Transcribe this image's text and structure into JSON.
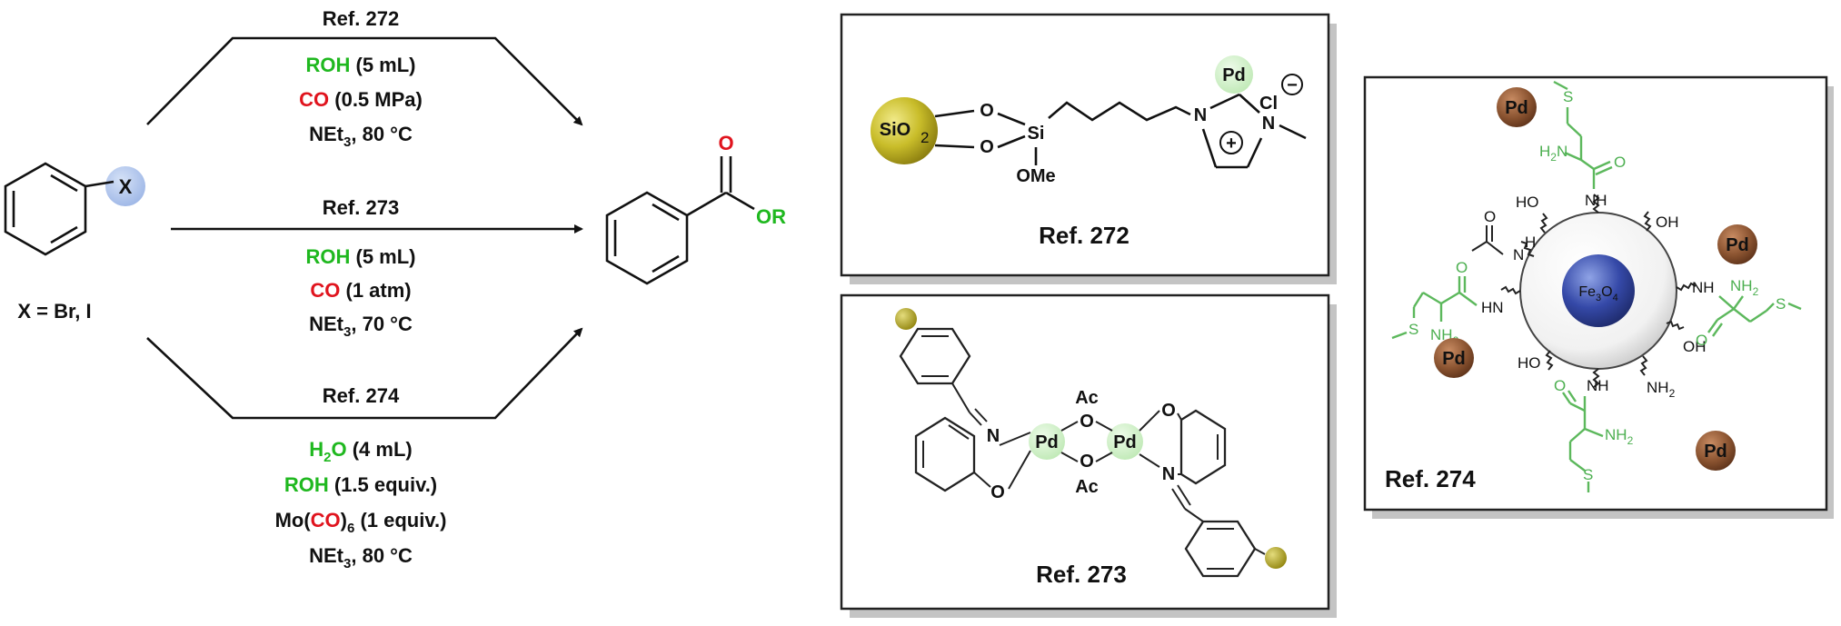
{
  "colors": {
    "reagent_green": "#1fb81f",
    "co_red": "#e0141e",
    "ligand_green": "#5cb85c",
    "pd_sphere": "#7a4a2a",
    "fe_sphere": "#2b3f8f",
    "silica": "#b5a81a",
    "x_highlight": "#9db6e6"
  },
  "substrate": {
    "x_atom": "X",
    "caption": "X = Br, I"
  },
  "product": {
    "carbonyl_o": "O",
    "ester_or": "OR"
  },
  "routes": [
    {
      "ref": "Ref. 272",
      "lines": [
        {
          "parts": [
            {
              "t": "ROH",
              "c": "green"
            },
            {
              "t": " (5 mL)",
              "c": "black"
            }
          ]
        },
        {
          "parts": [
            {
              "t": "CO",
              "c": "red"
            },
            {
              "t": " (0.5 MPa)",
              "c": "black"
            }
          ]
        },
        {
          "parts": [
            {
              "t": "NEt",
              "c": "black"
            },
            {
              "t": "3",
              "c": "black",
              "sub": true
            },
            {
              "t": ", 80 °C",
              "c": "black"
            }
          ]
        }
      ]
    },
    {
      "ref": "Ref. 273",
      "lines": [
        {
          "parts": [
            {
              "t": "ROH",
              "c": "green"
            },
            {
              "t": " (5 mL)",
              "c": "black"
            }
          ]
        },
        {
          "parts": [
            {
              "t": "CO",
              "c": "red"
            },
            {
              "t": " (1 atm)",
              "c": "black"
            }
          ]
        },
        {
          "parts": [
            {
              "t": "NEt",
              "c": "black"
            },
            {
              "t": "3",
              "c": "black",
              "sub": true
            },
            {
              "t": ", 70 °C",
              "c": "black"
            }
          ]
        }
      ]
    },
    {
      "ref": "Ref. 274",
      "lines": [
        {
          "parts": [
            {
              "t": "H",
              "c": "green"
            },
            {
              "t": "2",
              "c": "green",
              "sub": true
            },
            {
              "t": "O",
              "c": "green"
            },
            {
              "t": " (4 mL)",
              "c": "black"
            }
          ]
        },
        {
          "parts": [
            {
              "t": "ROH",
              "c": "green"
            },
            {
              "t": " (1.5 equiv.)",
              "c": "black"
            }
          ]
        },
        {
          "parts": [
            {
              "t": "Mo(",
              "c": "black"
            },
            {
              "t": "CO",
              "c": "red"
            },
            {
              "t": ")",
              "c": "black"
            },
            {
              "t": "6",
              "c": "black",
              "sub": true
            },
            {
              "t": " (1 equiv.)",
              "c": "black"
            }
          ]
        },
        {
          "parts": [
            {
              "t": "NEt",
              "c": "black"
            },
            {
              "t": "3",
              "c": "black",
              "sub": true
            },
            {
              "t": ", 80 °C",
              "c": "black"
            }
          ]
        }
      ]
    }
  ],
  "catalyst_272": {
    "ref": "Ref. 272",
    "support": "SiO",
    "support_sub": "2",
    "o": "O",
    "si": "Si",
    "ome": "OMe",
    "n": "N",
    "n_methyl": "N",
    "plus": "+",
    "cl": "Cl",
    "minus": "−",
    "pd": "Pd"
  },
  "catalyst_273": {
    "ref": "Ref. 273",
    "n": "N",
    "o": "O",
    "pd": "Pd",
    "ac": "Ac"
  },
  "catalyst_274": {
    "ref": "Ref. 274",
    "core": "Fe",
    "core_sub1": "3",
    "core_o": "O",
    "core_sub2": "4",
    "pd": "Pd",
    "oh": "OH",
    "ho": "HO",
    "nh": "NH",
    "hn": "HN",
    "h": "H",
    "nh2": "NH",
    "nh2_sub": "2",
    "n": "N",
    "s": "S",
    "o": "O"
  }
}
